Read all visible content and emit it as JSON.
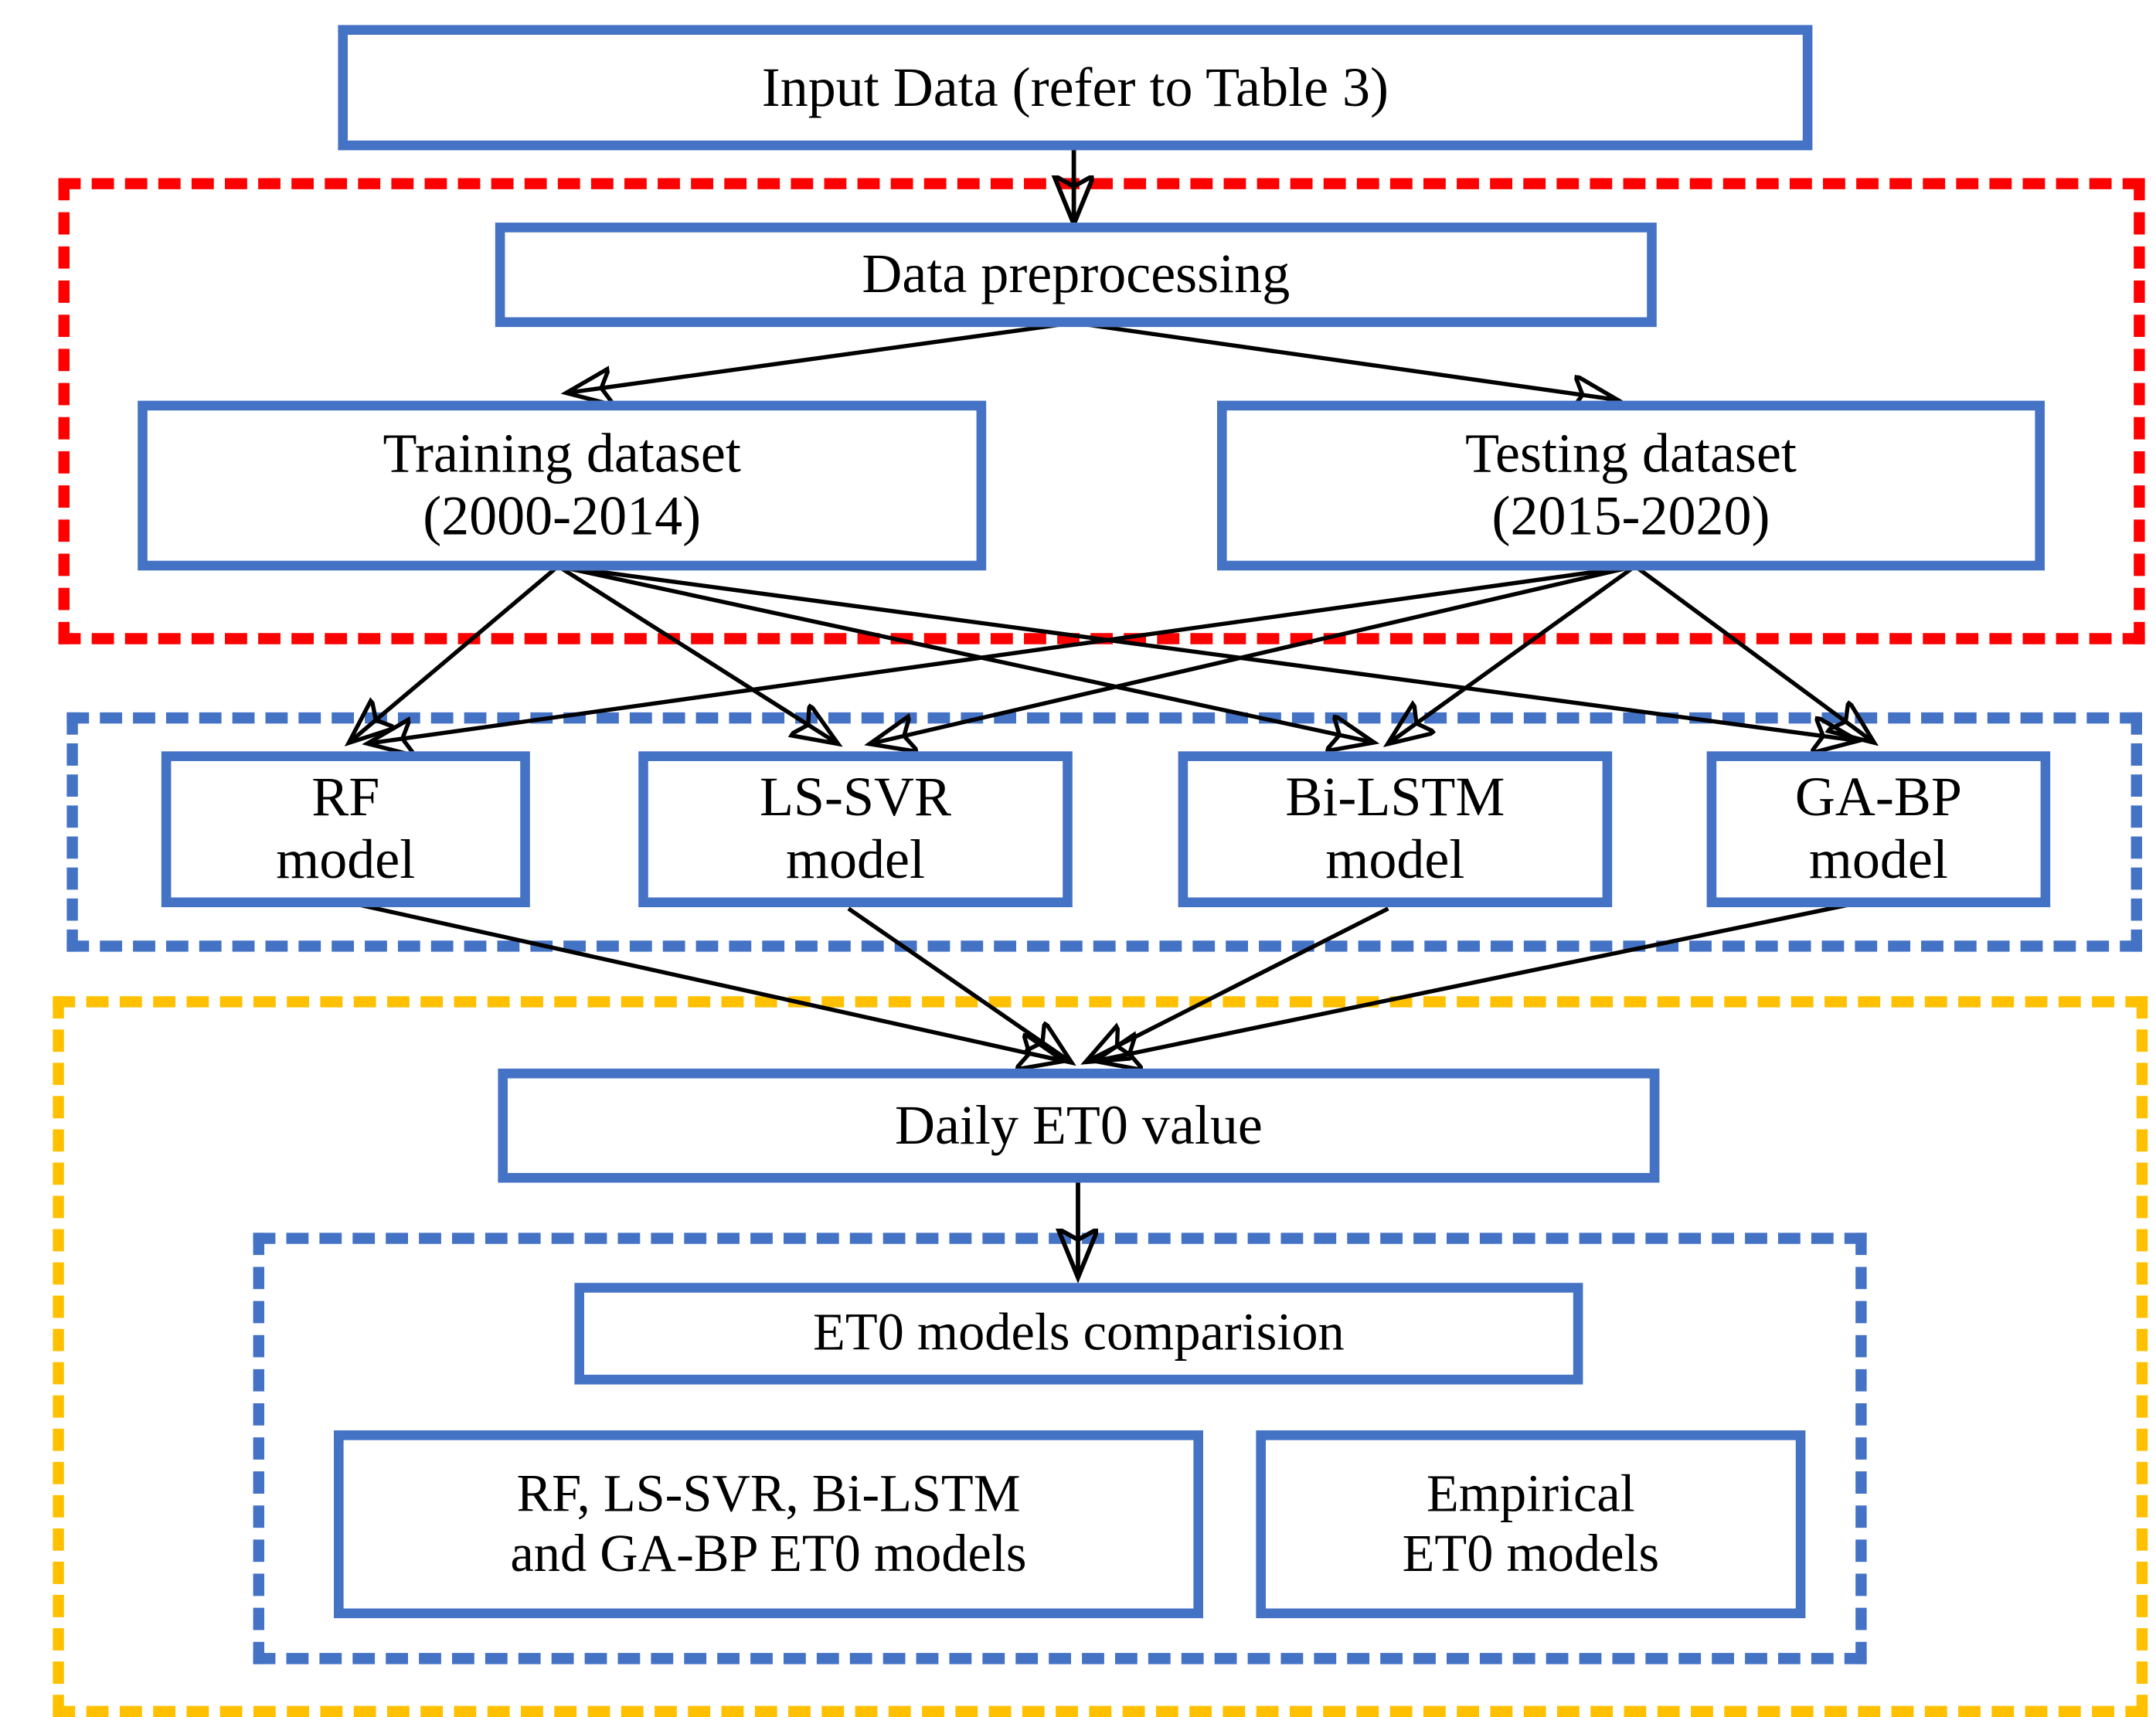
{
  "diagram": {
    "title": "ET0 modelling workflow flowchart",
    "colors": {
      "box_border": "#4472C4",
      "region_preprocessing": "#FF0000",
      "region_models": "#4472C4",
      "region_comparison": "#FFC000",
      "arrow": "#000000",
      "text": "#000000",
      "background": "#FFFFFF"
    },
    "nodes": {
      "input_data": "Input Data (refer to Table 3)",
      "data_preprocessing": "Data preprocessing",
      "training_dataset": "Training  dataset\n(2000-2014)",
      "testing_dataset": "Testing  dataset\n(2015-2020)",
      "rf_model": "RF\nmodel",
      "lssvr_model": "LS-SVR\nmodel",
      "bilstm_model": "Bi-LSTM\nmodel",
      "gabp_model": "GA-BP\nmodel",
      "daily_et0_value": "Daily ET0 value",
      "et0_models_comparision": "ET0 models  comparision",
      "ml_et0_models": "RF, LS-SVR,  Bi-LSTM\nand GA-BP ET0 models",
      "empirical_et0_models": "Empirical\nET0 models"
    },
    "regions": {
      "preprocessing_label": "data-preprocessing-region",
      "models_label": "machine-learning-models-region",
      "comparison_label": "et0-comparison-region",
      "inner_comparison_label": "models-comparison-inner-region"
    },
    "edges": [
      {
        "from": "input_data",
        "to": "data_preprocessing"
      },
      {
        "from": "data_preprocessing",
        "to": "training_dataset"
      },
      {
        "from": "data_preprocessing",
        "to": "testing_dataset"
      },
      {
        "from": "training_dataset",
        "to": "rf_model"
      },
      {
        "from": "training_dataset",
        "to": "lssvr_model"
      },
      {
        "from": "training_dataset",
        "to": "bilstm_model"
      },
      {
        "from": "training_dataset",
        "to": "gabp_model"
      },
      {
        "from": "testing_dataset",
        "to": "rf_model"
      },
      {
        "from": "testing_dataset",
        "to": "lssvr_model"
      },
      {
        "from": "testing_dataset",
        "to": "bilstm_model"
      },
      {
        "from": "testing_dataset",
        "to": "gabp_model"
      },
      {
        "from": "rf_model",
        "to": "daily_et0_value"
      },
      {
        "from": "lssvr_model",
        "to": "daily_et0_value"
      },
      {
        "from": "bilstm_model",
        "to": "daily_et0_value"
      },
      {
        "from": "gabp_model",
        "to": "daily_et0_value"
      },
      {
        "from": "daily_et0_value",
        "to": "et0_models_comparision"
      }
    ]
  }
}
